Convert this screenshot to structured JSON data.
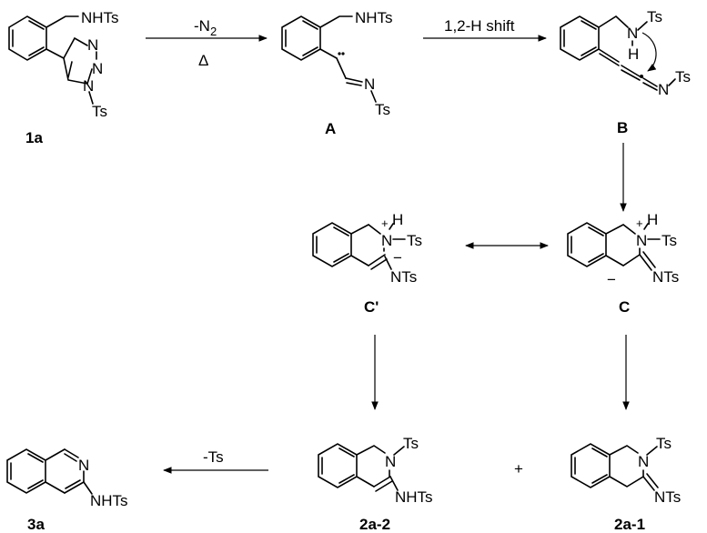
{
  "compounds": {
    "c1a": {
      "id": "1a",
      "top": "NHTs",
      "ring_n1": "N",
      "ring_n2": "N",
      "ring_n3": "N",
      "n_sub": "Ts"
    },
    "cA": {
      "id": "A",
      "top": "NHTs",
      "imine_n": "N",
      "n_sub": "Ts"
    },
    "cB": {
      "id": "B",
      "n": "N",
      "n_sub": "Ts",
      "h": "H",
      "ket_n": "N",
      "ket_sub": "Ts"
    },
    "cC": {
      "id": "C",
      "n": "N",
      "h": "H",
      "plus": "+",
      "n_sub": "Ts",
      "minus": "−",
      "imine": "NTs"
    },
    "cCp": {
      "id": "C'",
      "n": "N",
      "h": "H",
      "plus": "+",
      "n_sub": "Ts",
      "minus": "−",
      "amine": "NTs"
    },
    "c2a2": {
      "id": "2a-2",
      "n": "N",
      "n_sub": "Ts",
      "amine": "NHTs"
    },
    "c2a1": {
      "id": "2a-1",
      "n": "N",
      "n_sub": "Ts",
      "imine": "NTs"
    },
    "c3a": {
      "id": "3a",
      "n": "N",
      "amine": "NHTs"
    }
  },
  "arrows": {
    "step1": {
      "above": "-N",
      "above_sub": "2",
      "below": "Δ"
    },
    "step2": {
      "above": "1,2-H shift"
    },
    "step_ts": {
      "above": "-Ts"
    }
  },
  "plus_sign": "+"
}
